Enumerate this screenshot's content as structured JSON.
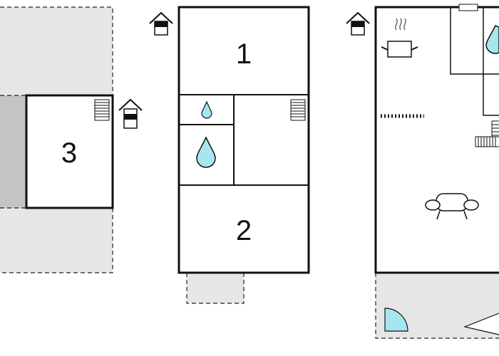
{
  "floorplan": {
    "rooms": [
      {
        "id": "room-1",
        "label": "1"
      },
      {
        "id": "room-2",
        "label": "2"
      },
      {
        "id": "room-3",
        "label": "3"
      }
    ],
    "icons": [
      "entrance-icon",
      "stairs-icon",
      "water-drop-icon",
      "cooking-pot-icon",
      "armchair-icon",
      "door-swing-icon"
    ],
    "colors": {
      "wall": "#111111",
      "terrace": "#e6e6e6",
      "annex": "#c4c4c4",
      "water": "#a8e6ef",
      "door": "#a8e6ef"
    }
  }
}
